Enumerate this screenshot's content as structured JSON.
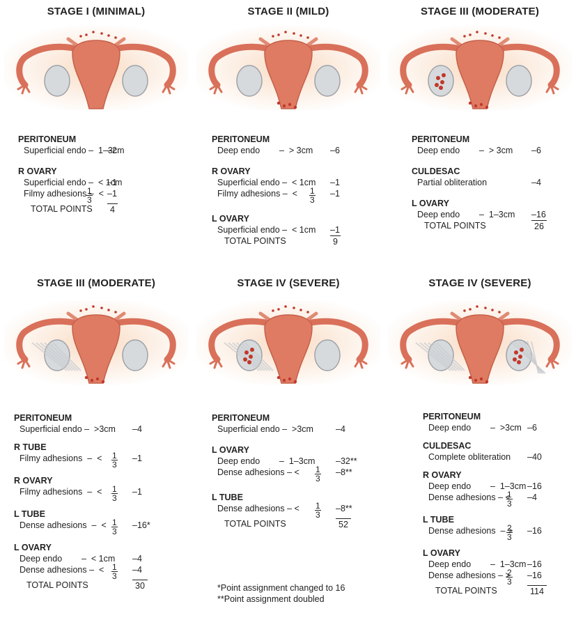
{
  "panels": [
    {
      "title": "STAGE I (MINIMAL)",
      "sections": [
        {
          "header": "PERITONEUM",
          "rows": [
            {
              "label": "Superficial endo –  1–3cm",
              "value": "–2"
            }
          ]
        },
        {
          "header": "R OVARY",
          "rows": [
            {
              "label": "Superficial endo –  < 1cm",
              "value": "–1"
            },
            {
              "label": "Filmy adhesions –  <",
              "frac": [
                "1",
                "3"
              ],
              "value": "–1"
            },
            {
              "label": "TOTAL POINTS",
              "value": "4",
              "total": true
            }
          ]
        }
      ]
    },
    {
      "title": "STAGE II (MILD)",
      "sections": [
        {
          "header": "PERITONEUM",
          "rows": [
            {
              "label": "Deep endo        –  > 3cm",
              "value": "–6"
            }
          ]
        },
        {
          "header": "R OVARY",
          "rows": [
            {
              "label": "Superficial endo –  < 1cm",
              "value": "–1"
            },
            {
              "label": "Filmy adhesions –  <",
              "frac": [
                "1",
                "3"
              ],
              "value": "–1"
            }
          ]
        },
        {
          "header": "L OVARY",
          "rows": [
            {
              "label": "Superficial endo –  < 1cm",
              "value": "–1"
            },
            {
              "label": "TOTAL POINTS",
              "value": "9",
              "total": true
            }
          ]
        }
      ]
    },
    {
      "title": "STAGE III (MODERATE)",
      "sections": [
        {
          "header": "PERITONEUM",
          "rows": [
            {
              "label": "Deep endo        –  > 3cm",
              "value": "–6"
            }
          ]
        },
        {
          "header": "CULDESAC",
          "rows": [
            {
              "label": "Partial obliteration",
              "value": "–4"
            }
          ]
        },
        {
          "header": "L OVARY",
          "rows": [
            {
              "label": "Deep endo        –  1–3cm",
              "value": "–16"
            },
            {
              "label": "TOTAL POINTS",
              "value": "26",
              "total": true
            }
          ]
        }
      ]
    },
    {
      "title": "STAGE III (MODERATE)",
      "sections": [
        {
          "header": "PERITONEUM",
          "rows": [
            {
              "label": "Superficial endo –  >3cm",
              "value": "–4"
            }
          ]
        },
        {
          "header": "R TUBE",
          "rows": [
            {
              "label": "Filmy adhesions  –  <",
              "frac": [
                "1",
                "3"
              ],
              "value": "–1"
            }
          ]
        },
        {
          "header": "R OVARY",
          "rows": [
            {
              "label": "Filmy adhesions  –  <",
              "frac": [
                "1",
                "3"
              ],
              "value": "–1"
            }
          ]
        },
        {
          "header": "L TUBE",
          "rows": [
            {
              "label": "Dense adhesions  –  <",
              "frac": [
                "1",
                "3"
              ],
              "value": "–16*"
            }
          ]
        },
        {
          "header": "L OVARY",
          "rows": [
            {
              "label": "Deep endo        –  < 1cm",
              "value": "–4"
            },
            {
              "label": "Dense adhesions –  <",
              "frac": [
                "1",
                "3"
              ],
              "value": "–4"
            },
            {
              "label": "TOTAL POINTS",
              "value": "30",
              "total": true
            }
          ]
        }
      ]
    },
    {
      "title": "STAGE IV (SEVERE)",
      "sections": [
        {
          "header": "PERITONEUM",
          "rows": [
            {
              "label": "Superficial endo –  >3cm",
              "value": "–4"
            }
          ]
        },
        {
          "header": "L OVARY",
          "rows": [
            {
              "label": "Deep endo        –  1–3cm",
              "value": "–32**"
            },
            {
              "label": "Dense adhesions – <",
              "frac": [
                "1",
                "3"
              ],
              "value": "–8**"
            }
          ]
        },
        {
          "header": "L TUBE",
          "rows": [
            {
              "label": "Dense adhesions – <",
              "frac": [
                "1",
                "3"
              ],
              "value": "–8**"
            },
            {
              "label": "TOTAL POINTS",
              "value": "52",
              "total": true
            }
          ]
        }
      ]
    },
    {
      "title": "STAGE IV (SEVERE)",
      "sections": [
        {
          "header": "PERITONEUM",
          "rows": [
            {
              "label": "Deep endo        –  >3cm",
              "value": "–6"
            }
          ]
        },
        {
          "header": "CULDESAC",
          "rows": [
            {
              "label": "Complete obliteration",
              "value": "–40"
            }
          ]
        },
        {
          "header": "R OVARY",
          "rows": [
            {
              "label": "Deep endo        –  1–3cm",
              "value": "–16"
            },
            {
              "label": "Dense adhesions – <",
              "frac": [
                "1",
                "3"
              ],
              "value": "–4"
            }
          ]
        },
        {
          "header": "L TUBE",
          "rows": [
            {
              "label": "Dense adhesions  – >",
              "frac": [
                "2",
                "3"
              ],
              "value": "–16"
            }
          ]
        },
        {
          "header": "L OVARY",
          "rows": [
            {
              "label": "Deep endo        –  1–3cm",
              "value": "–16"
            },
            {
              "label": "Dense adhesions – >",
              "frac": [
                "2",
                "3"
              ],
              "value": "–16"
            },
            {
              "label": "TOTAL POINTS",
              "value": "114",
              "total": true
            }
          ]
        }
      ]
    }
  ],
  "footnotes": [
    "*Point assignment changed to 16",
    "**Point assignment doubled"
  ]
}
